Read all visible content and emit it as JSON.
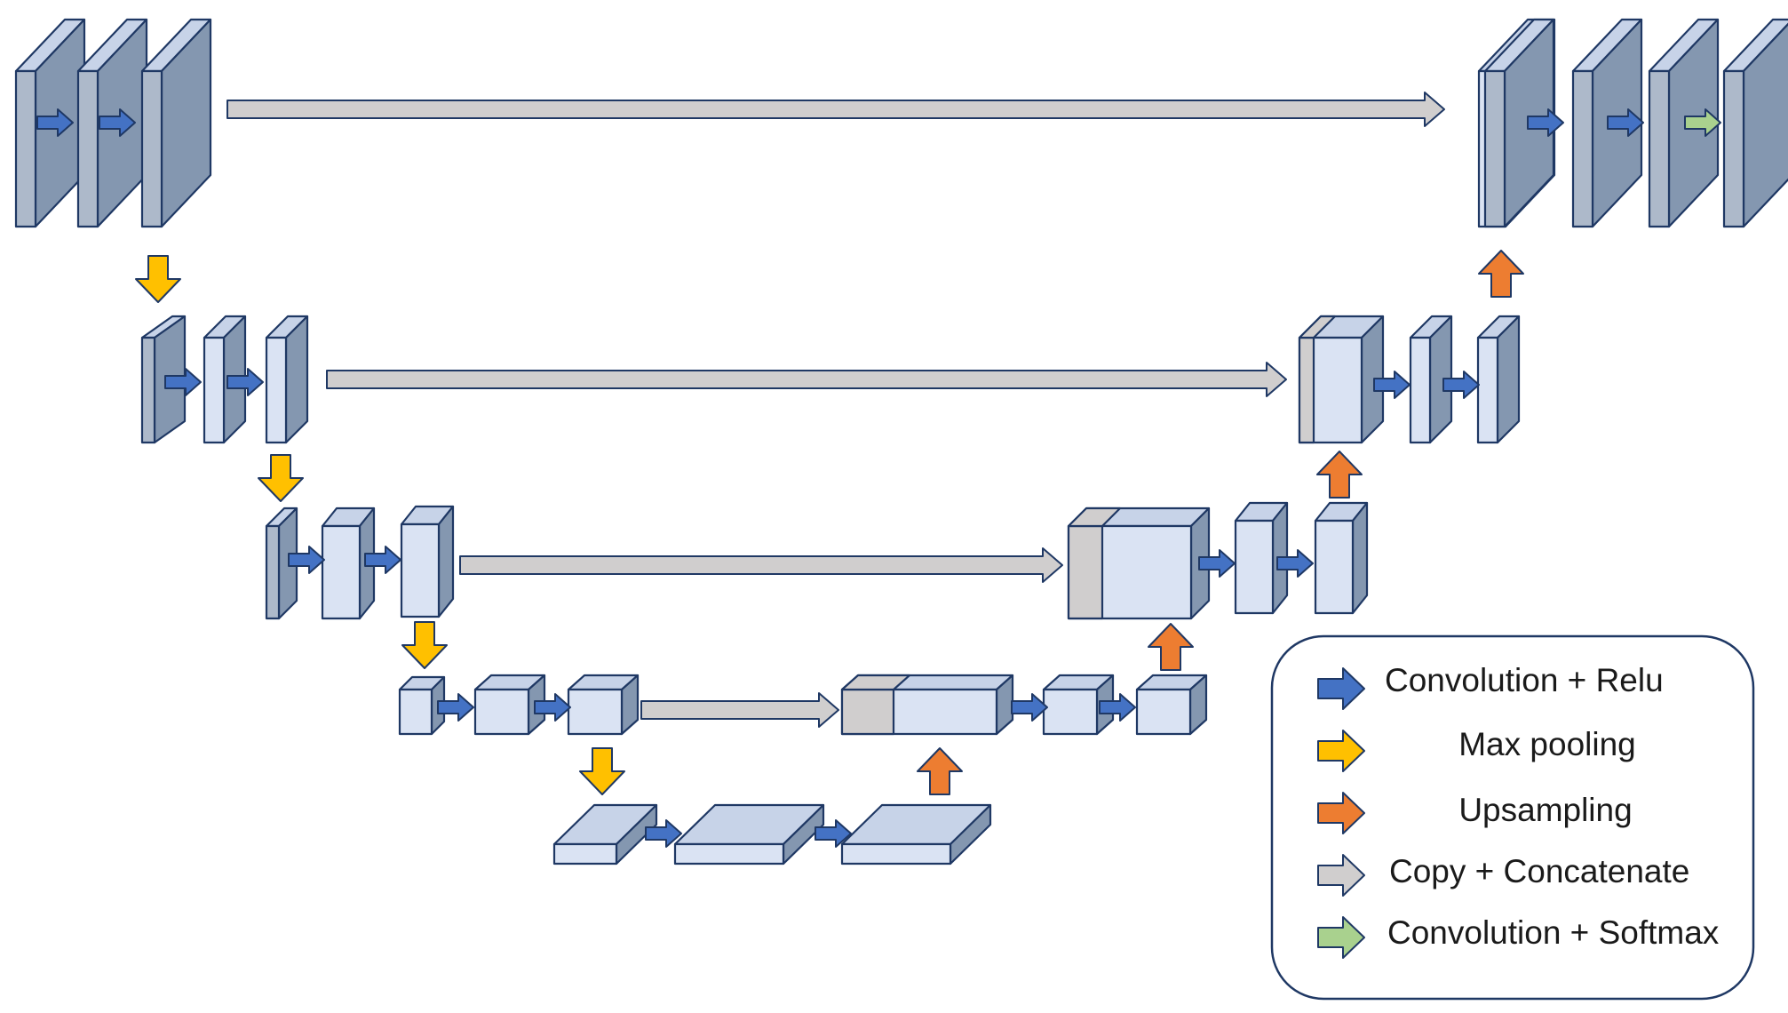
{
  "colors": {
    "outline": "#1F3864",
    "block_front_dark": "#ADB9CA",
    "block_front_light": "#DAE3F3",
    "block_top": "#C7D3E8",
    "block_side": "#8497B0",
    "concat_gray": "#D0CECE",
    "convolution_relu": "#4472C4",
    "max_pooling": "#FFC000",
    "upsampling": "#ED7D31",
    "copy_concatenate": "#D0CECE",
    "convolution_softmax": "#A9D18E"
  },
  "legend": {
    "items": [
      {
        "label": "Convolution + Relu",
        "icon": "blue-arrow-icon",
        "color": "#4472C4",
        "align": "start"
      },
      {
        "label": "Max pooling",
        "icon": "yellow-arrow-icon",
        "color": "#FFC000",
        "align": "middle"
      },
      {
        "label": "Upsampling",
        "icon": "orange-arrow-icon",
        "color": "#ED7D31",
        "align": "middle"
      },
      {
        "label": "Copy + Concatenate",
        "icon": "gray-arrow-icon",
        "color": "#D0CECE",
        "align": "start"
      },
      {
        "label": "Convolution + Softmax",
        "icon": "green-arrow-icon",
        "color": "#A9D18E",
        "align": "start"
      }
    ]
  }
}
